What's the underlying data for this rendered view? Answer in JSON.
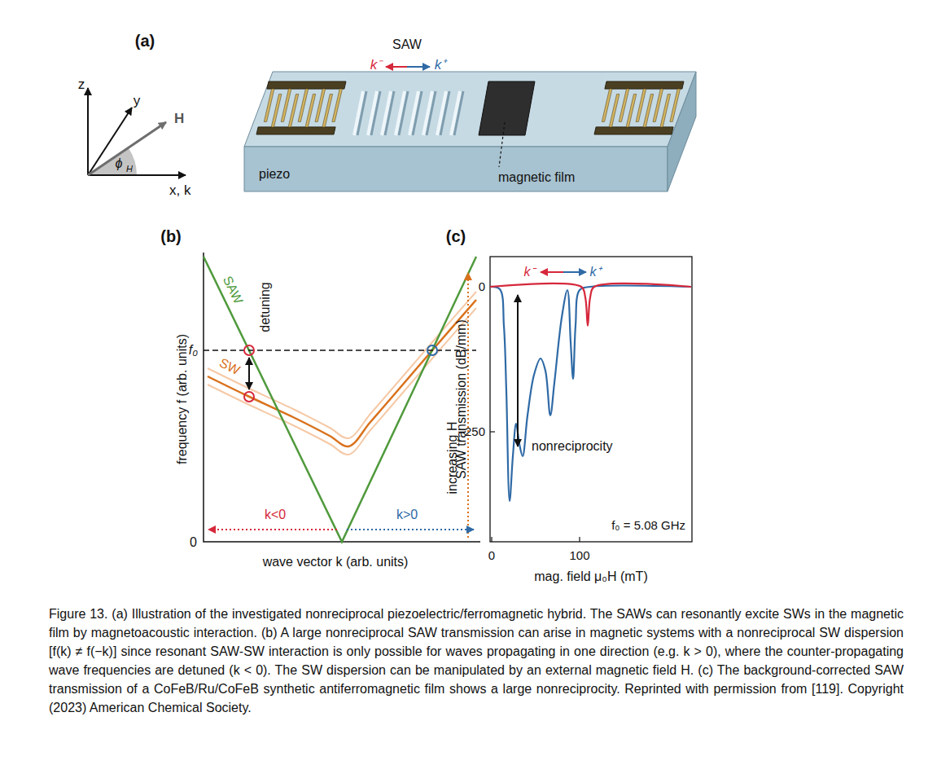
{
  "diagram": {
    "caption": "Figure 13. (a) Illustration of the investigated nonreciprocal piezoelectric/ferromagnetic hybrid. The SAWs can resonantly excite SWs in the magnetic film by magnetoacoustic interaction. (b) A large nonreciprocal SAW transmission can arise in magnetic systems with a nonreciprocal SW dispersion [f(k) ≠ f(−k)] since resonant SAW-SW interaction is only possible for waves propagating in one direction (e.g. k > 0), where the counter-propagating wave frequencies are detuned (k < 0). The SW dispersion can be manipulated by an external magnetic field H. (c) The background-corrected SAW transmission of a CoFeB/Ru/CoFeB synthetic antiferromagnetic film shows a large nonreciprocity. Reprinted with permission from [119]. Copyright (2023) American Chemical Society.",
    "labels": [
      "(a)",
      "z",
      "y",
      "H",
      "ϕ",
      "H",
      "x, k",
      "SAW",
      "k⁻",
      "k⁺",
      "piezo",
      "magnetic film",
      "(b)",
      "SAW",
      "SW",
      "detuning",
      "f₀",
      "frequency f (arb. units)",
      "increasing H",
      "k<0",
      "k>0",
      "0",
      "wave vector k (arb. units)",
      "(c)",
      "k⁻",
      "k⁺",
      "0",
      "−250",
      "SAW transmission (dB/mm)",
      "nonreciprocity",
      "f₀ = 5.08 GHz",
      "0",
      "100",
      "mag. field μ₀H (mT)"
    ]
  }
}
